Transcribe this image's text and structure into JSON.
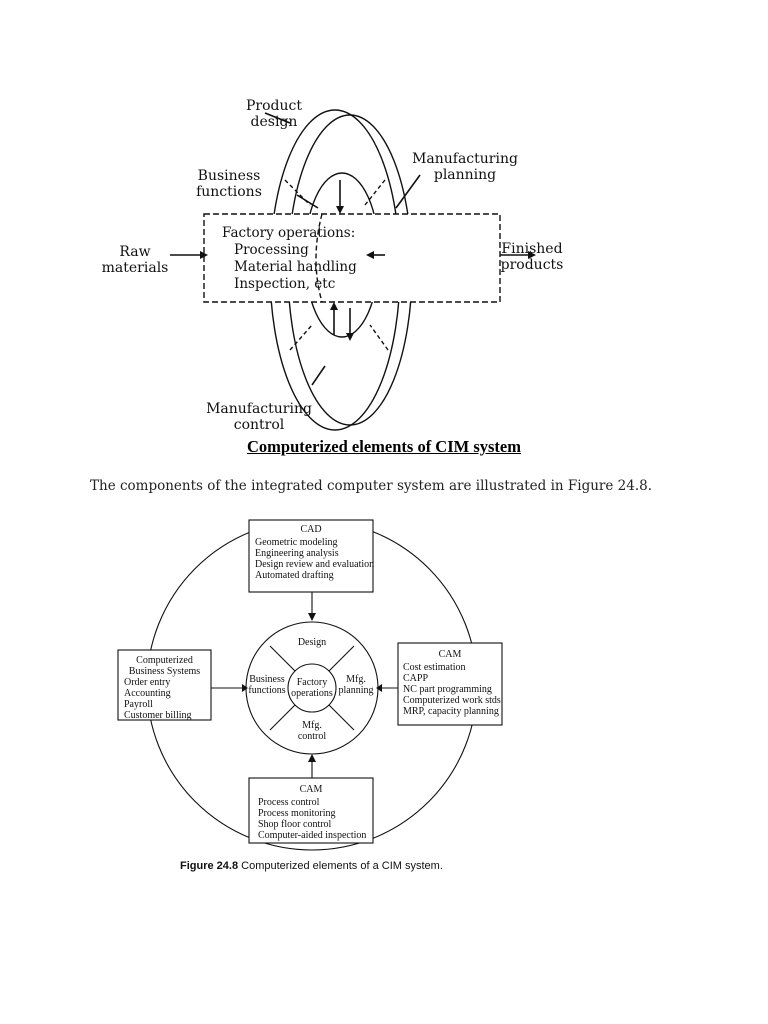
{
  "fig1": {
    "labels": {
      "product_design": [
        "Product",
        "design"
      ],
      "business_functions": [
        "Business",
        "functions"
      ],
      "manufacturing_planning": [
        "Manufacturing",
        "planning"
      ],
      "raw_materials": [
        "Raw",
        "materials"
      ],
      "finished_products": [
        "Finished",
        "products"
      ],
      "manufacturing_control": [
        "Manufacturing",
        "control"
      ]
    },
    "factory_box": [
      "Factory operations:",
      "Processing",
      "Material handling",
      "Inspection, etc"
    ]
  },
  "heading": "Computerized elements of CIM system",
  "intro": "The components of the integrated computer system are illustrated in Figure 24.8.",
  "fig2": {
    "cad": {
      "title": "CAD",
      "items": [
        "Geometric modeling",
        "Engineering analysis",
        "Design review and evaluation",
        "Automated drafting"
      ]
    },
    "cam_right": {
      "title": "CAM",
      "items": [
        "Cost estimation",
        "CAPP",
        "NC part programming",
        "Computerized work stds.",
        "MRP, capacity planning"
      ]
    },
    "cam_bottom": {
      "title": "CAM",
      "items": [
        "Process control",
        "Process monitoring",
        "Shop floor control",
        "Computer-aided inspection"
      ]
    },
    "business": {
      "title": [
        "Computerized",
        "Business Systems"
      ],
      "items": [
        "Order entry",
        "Accounting",
        "Payroll",
        "Customer billing"
      ]
    },
    "wheel": {
      "design": "Design",
      "business": [
        "Business",
        "functions"
      ],
      "factory": [
        "Factory",
        "operations"
      ],
      "mfg_planning": [
        "Mfg.",
        "planning"
      ],
      "mfg_control": [
        "Mfg.",
        "control"
      ]
    },
    "caption": {
      "label": "Figure 24.8",
      "text": "Computerized elements of a CIM system."
    }
  }
}
